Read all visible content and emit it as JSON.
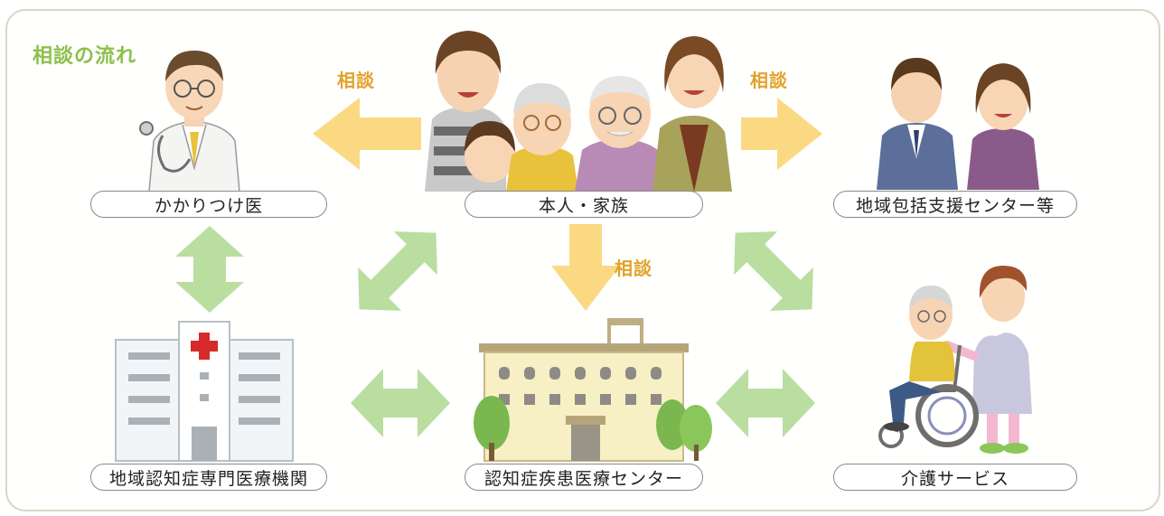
{
  "diagram": {
    "title": "相談の流れ",
    "nodes": {
      "family": "本人・家族",
      "family_doctor": "かかりつけ医",
      "community_center": "地域包括支援センター等",
      "specialist_institution": "地域認知症専門医療機関",
      "dementia_center": "認知症疾患医療センター",
      "care_service": "介護サービス"
    },
    "consult_labels": {
      "left": "相談",
      "right": "相談",
      "down": "相談"
    },
    "colors": {
      "title_green": "#8cc04b",
      "consult_orange": "#e3a22b",
      "consult_arrow": "#fbd983",
      "link_arrow": "#b9dea0"
    }
  }
}
